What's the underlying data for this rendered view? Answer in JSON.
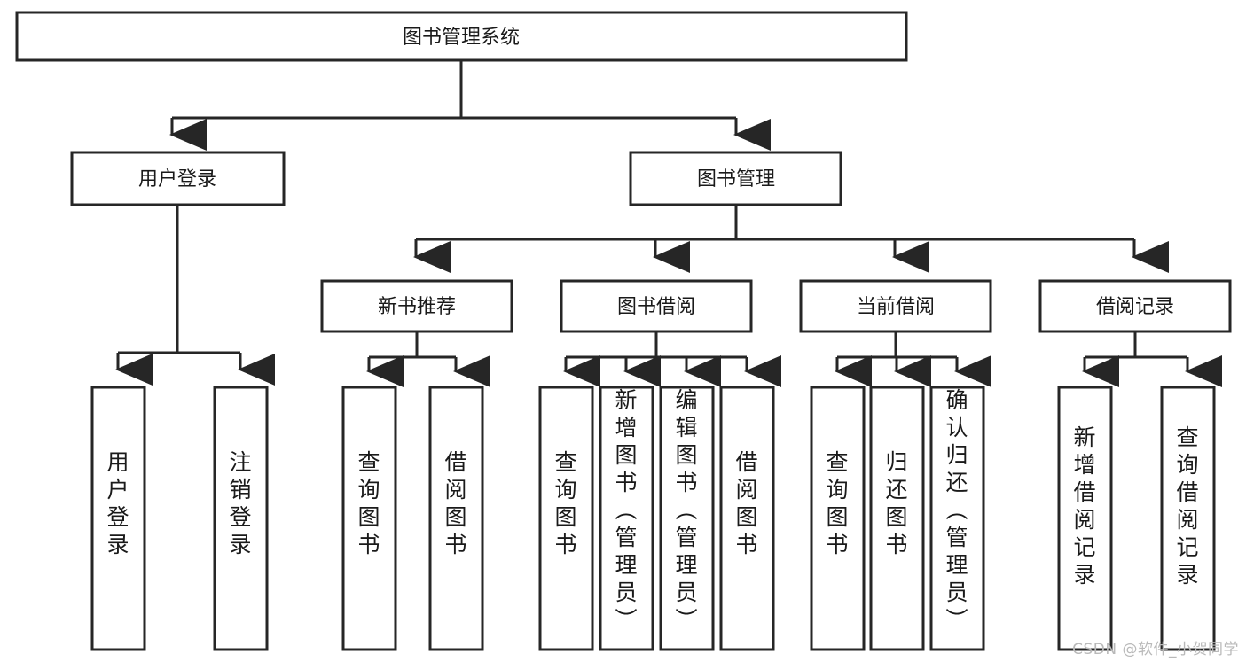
{
  "diagram": {
    "type": "tree-hierarchy-chart",
    "title": "图书管理系统",
    "watermark": "CSDN @软件_小贺同学",
    "colors": {
      "stroke": "#262626",
      "fill": "#ffffff",
      "text": "#1a1a1a",
      "watermark": "#b9b9b9",
      "background": "#ffffff"
    },
    "levels": {
      "root": {
        "label": "图书管理系统"
      },
      "level2": [
        {
          "label": "用户登录"
        },
        {
          "label": "图书管理"
        }
      ],
      "level3": [
        {
          "label": "新书推荐"
        },
        {
          "label": "图书借阅"
        },
        {
          "label": "当前借阅"
        },
        {
          "label": "借阅记录"
        }
      ],
      "leaves": {
        "user_login": [
          {
            "label": "用户登录"
          },
          {
            "label": "注销登录"
          }
        ],
        "new_book_recommend": [
          {
            "label": "查询图书"
          },
          {
            "label": "借阅图书"
          }
        ],
        "book_borrow": [
          {
            "label": "查询图书"
          },
          {
            "label": "新增图书（管理员）"
          },
          {
            "label": "编辑图书（管理员）"
          },
          {
            "label": "借阅图书"
          }
        ],
        "current_borrow": [
          {
            "label": "查询图书"
          },
          {
            "label": "归还图书"
          },
          {
            "label": "确认归还（管理员）"
          }
        ],
        "borrow_record": [
          {
            "label": "新增借阅记录"
          },
          {
            "label": "查询借阅记录"
          }
        ]
      }
    }
  }
}
